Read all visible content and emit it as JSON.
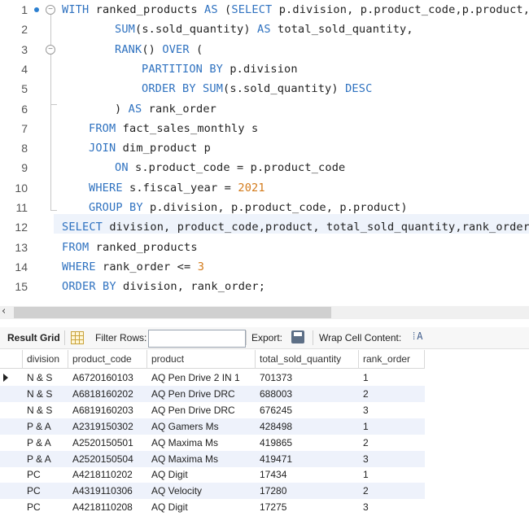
{
  "editor": {
    "lines": [
      {
        "n": "1",
        "code": [
          [
            "kw",
            "WITH"
          ],
          [
            "t",
            " ranked_products "
          ],
          [
            "kw",
            "AS"
          ],
          [
            "t",
            " ("
          ],
          [
            "kw",
            "SELECT"
          ],
          [
            "t",
            " p.division, p.product_code,p.product,"
          ]
        ]
      },
      {
        "n": "2",
        "code": [
          [
            "fn",
            "SUM"
          ],
          [
            "t",
            "(s.sold_quantity) "
          ],
          [
            "kw",
            "AS"
          ],
          [
            "t",
            " total_sold_quantity,"
          ]
        ]
      },
      {
        "n": "3",
        "code": [
          [
            "fn",
            "RANK"
          ],
          [
            "t",
            "() "
          ],
          [
            "kw",
            "OVER"
          ],
          [
            "t",
            " ("
          ]
        ]
      },
      {
        "n": "4",
        "code": [
          [
            "kw",
            "PARTITION BY"
          ],
          [
            "t",
            " p.division"
          ]
        ]
      },
      {
        "n": "5",
        "code": [
          [
            "kw",
            "ORDER BY"
          ],
          [
            "t",
            " "
          ],
          [
            "fn",
            "SUM"
          ],
          [
            "t",
            "(s.sold_quantity) "
          ],
          [
            "kw",
            "DESC"
          ]
        ]
      },
      {
        "n": "6",
        "code": [
          [
            "t",
            ") "
          ],
          [
            "kw",
            "AS"
          ],
          [
            "t",
            " rank_order"
          ]
        ]
      },
      {
        "n": "7",
        "code": [
          [
            "kw",
            "FROM"
          ],
          [
            "t",
            " fact_sales_monthly s"
          ]
        ]
      },
      {
        "n": "8",
        "code": [
          [
            "kw",
            "JOIN"
          ],
          [
            "t",
            " dim_product p"
          ]
        ]
      },
      {
        "n": "9",
        "code": [
          [
            "kw",
            "ON"
          ],
          [
            "t",
            " s.product_code = p.product_code"
          ]
        ]
      },
      {
        "n": "10",
        "code": [
          [
            "kw",
            "WHERE"
          ],
          [
            "t",
            " s.fiscal_year = "
          ],
          [
            "num",
            "2021"
          ]
        ]
      },
      {
        "n": "11",
        "code": [
          [
            "kw",
            "GROUP BY"
          ],
          [
            "t",
            " p.division, p.product_code, p.product)"
          ]
        ]
      },
      {
        "n": "12",
        "code": [
          [
            "kw",
            "SELECT"
          ],
          [
            "t",
            " division, product_code,product, total_sold_quantity,rank_order"
          ]
        ]
      },
      {
        "n": "13",
        "code": [
          [
            "kw",
            "FROM"
          ],
          [
            "t",
            " ranked_products"
          ]
        ]
      },
      {
        "n": "14",
        "code": [
          [
            "kw",
            "WHERE"
          ],
          [
            "t",
            " rank_order <= "
          ],
          [
            "num",
            "3"
          ]
        ]
      },
      {
        "n": "15",
        "code": [
          [
            "kw",
            "ORDER BY"
          ],
          [
            "t",
            " division, rank_order;"
          ]
        ]
      }
    ]
  },
  "toolbar": {
    "result_grid_label": "Result Grid",
    "filter_rows_label": "Filter Rows:",
    "filter_value": "",
    "export_label": "Export:",
    "wrap_label": "Wrap Cell Content:",
    "wrap_icon_glyph": "⁞A"
  },
  "grid": {
    "columns": [
      "division",
      "product_code",
      "product",
      "total_sold_quantity",
      "rank_order"
    ],
    "rows": [
      [
        "N & S",
        "A6720160103",
        "AQ Pen Drive 2 IN 1",
        "701373",
        "1"
      ],
      [
        "N & S",
        "A6818160202",
        "AQ Pen Drive DRC",
        "688003",
        "2"
      ],
      [
        "N & S",
        "A6819160203",
        "AQ Pen Drive DRC",
        "676245",
        "3"
      ],
      [
        "P & A",
        "A2319150302",
        "AQ Gamers Ms",
        "428498",
        "1"
      ],
      [
        "P & A",
        "A2520150501",
        "AQ Maxima Ms",
        "419865",
        "2"
      ],
      [
        "P & A",
        "A2520150504",
        "AQ Maxima Ms",
        "419471",
        "3"
      ],
      [
        "PC",
        "A4218110202",
        "AQ Digit",
        "17434",
        "1"
      ],
      [
        "PC",
        "A4319110306",
        "AQ Velocity",
        "17280",
        "2"
      ],
      [
        "PC",
        "A4218110208",
        "AQ Digit",
        "17275",
        "3"
      ]
    ]
  },
  "colors": {
    "keyword": "#2f72c0",
    "number": "#d37a1a",
    "alt_row": "#eef2fb"
  }
}
